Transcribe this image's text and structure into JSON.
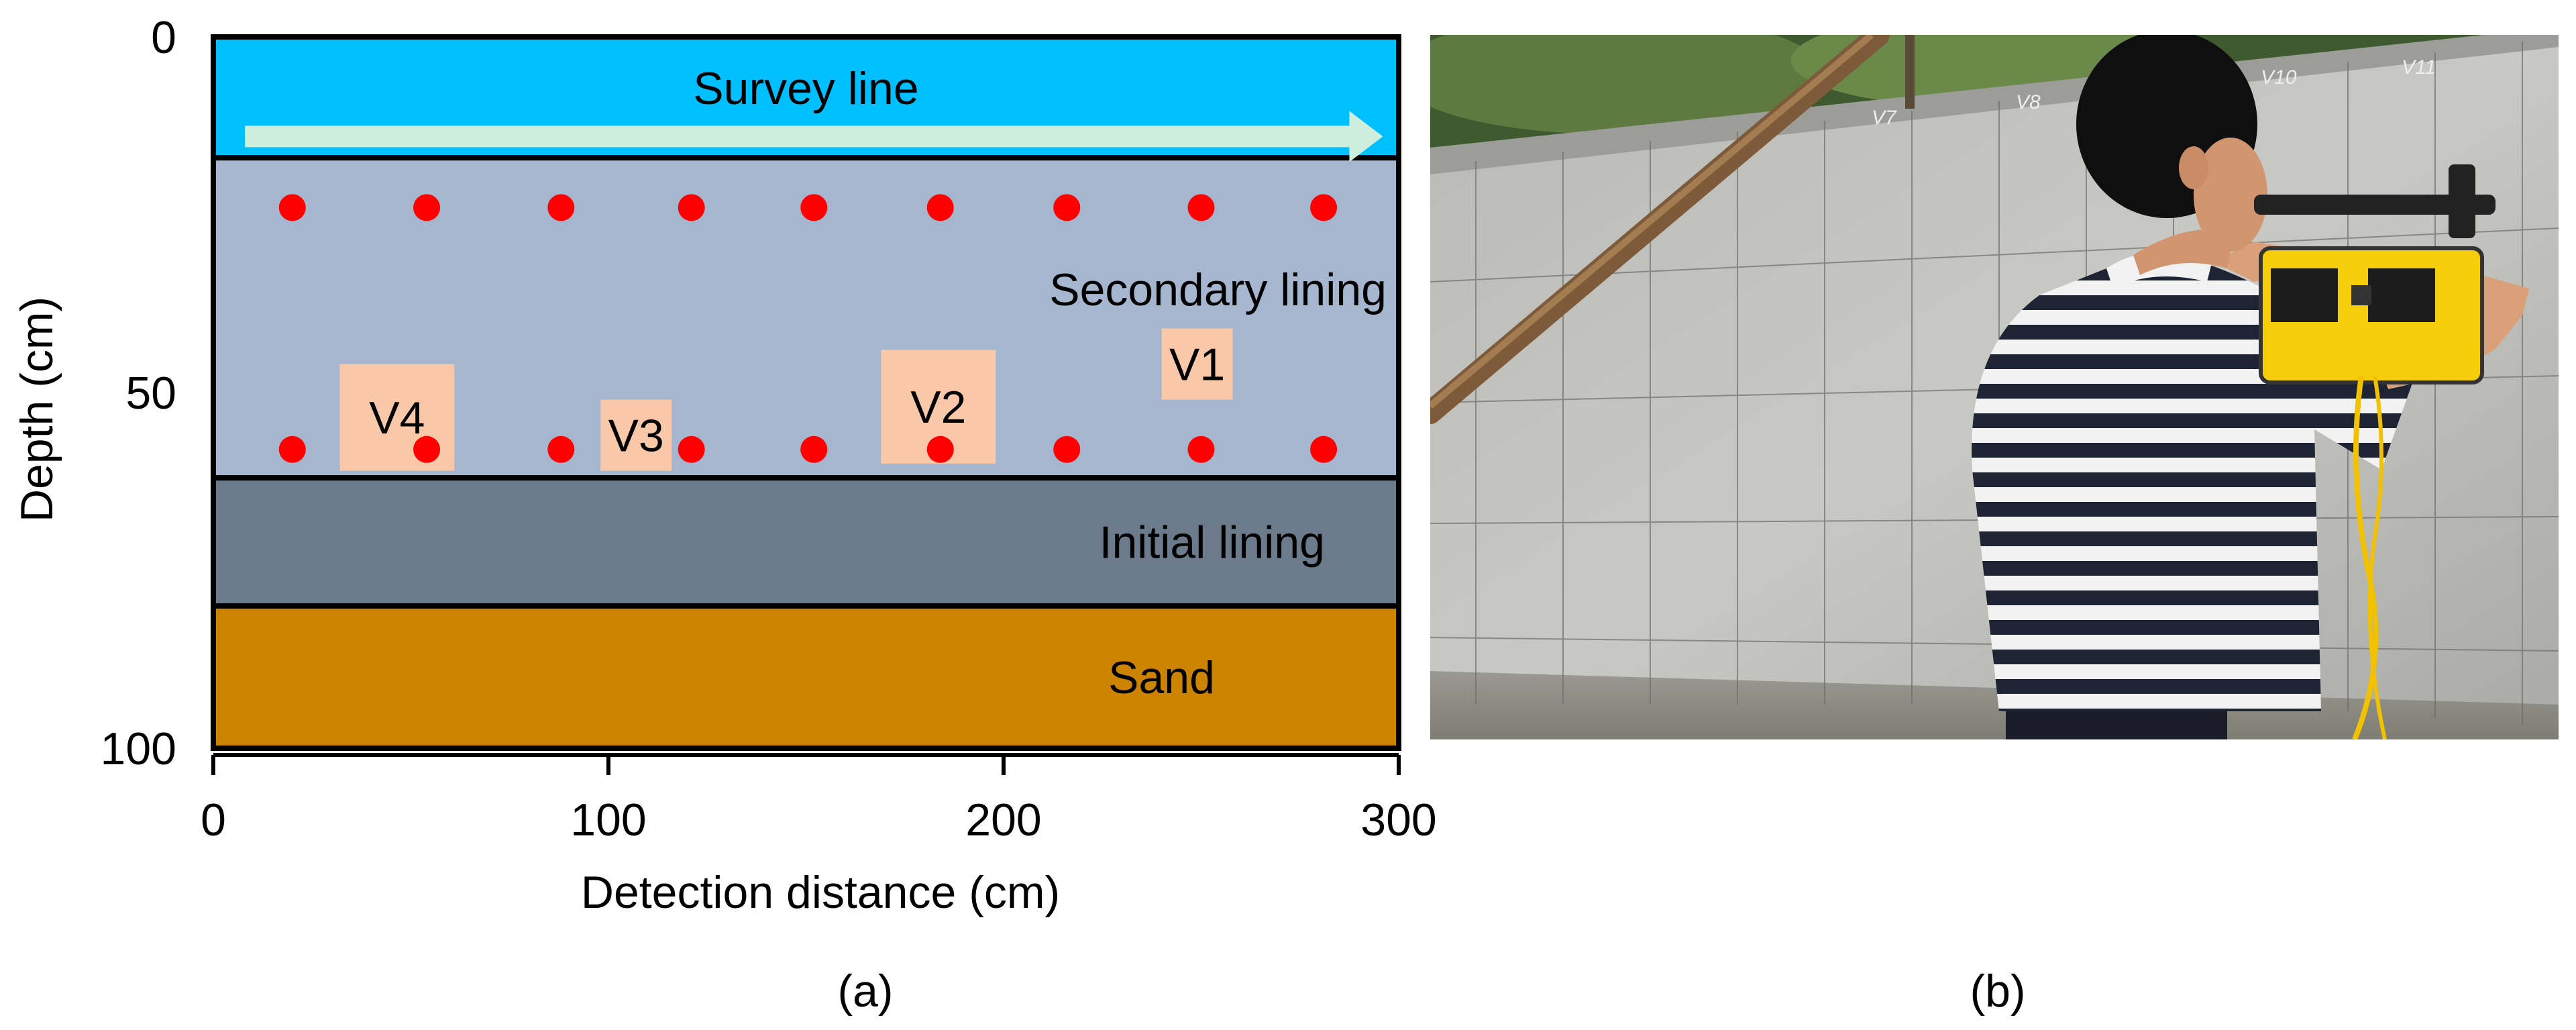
{
  "panel_a": {
    "caption": "(a)",
    "xlabel": "Detection distance (cm)",
    "ylabel": "Depth (cm)",
    "x_ticks": [
      "0",
      "100",
      "200",
      "300"
    ],
    "y_ticks": [
      "0",
      "50",
      "100"
    ],
    "xlim": [
      0,
      300
    ],
    "ylim": [
      0,
      100
    ],
    "y_inverted": true,
    "layers": [
      {
        "name": "survey",
        "label": "Survey line",
        "depth_top": 0,
        "depth_bottom": 17,
        "color": "#00bfff"
      },
      {
        "name": "secondary",
        "label": "Secondary lining",
        "depth_top": 17,
        "depth_bottom": 62,
        "color": "#a6b6cf"
      },
      {
        "name": "initial",
        "label": "Initial lining",
        "depth_top": 62,
        "depth_bottom": 80,
        "color": "#6b7b8c"
      },
      {
        "name": "sand",
        "label": "Sand",
        "depth_top": 80,
        "depth_bottom": 100,
        "color": "#cc8400"
      }
    ],
    "survey_arrow": {
      "from_x": 8,
      "to_x": 296,
      "depth": 14,
      "color": "#cdeedd"
    },
    "point_color": "#ff0000",
    "points_row1": {
      "depth": 24,
      "x": [
        20,
        54,
        88,
        121,
        152,
        184,
        216,
        250,
        281
      ]
    },
    "points_row2": {
      "depth": 58,
      "x": [
        20,
        54,
        88,
        121,
        152,
        184,
        216,
        250,
        281
      ]
    },
    "voids": [
      {
        "label": "V1",
        "x_from": 240,
        "x_to": 258,
        "depth_top": 41,
        "depth_bottom": 51
      },
      {
        "label": "V2",
        "x_from": 169,
        "x_to": 198,
        "depth_top": 44,
        "depth_bottom": 60
      },
      {
        "label": "V3",
        "x_from": 98,
        "x_to": 116,
        "depth_top": 51,
        "depth_bottom": 61
      },
      {
        "label": "V4",
        "x_from": 32,
        "x_to": 61,
        "depth_top": 46,
        "depth_bottom": 61
      }
    ],
    "void_color": "#f8c8a8"
  },
  "panel_b": {
    "caption": "(b)",
    "wall_marks": [
      "V7",
      "V8",
      "V10",
      "V11"
    ]
  }
}
